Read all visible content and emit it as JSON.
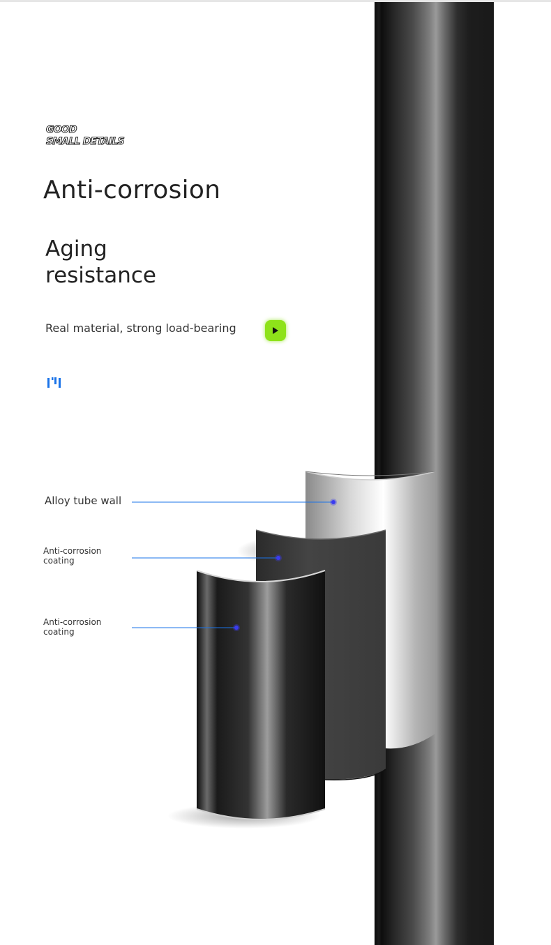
{
  "tagline": {
    "line1": "GOOD",
    "line2": "SMALL DETAILS"
  },
  "title": "Anti-corrosion",
  "subtitle": {
    "line1": "Aging",
    "line2": "resistance"
  },
  "description": "Real material, strong load-bearing",
  "play_button": {
    "icon": "play-icon",
    "color": "#8ee21a"
  },
  "brand_mark": {
    "icon": "brand-logo-icon",
    "color": "#1a73e8"
  },
  "callouts": [
    {
      "label": "Alloy tube wall"
    },
    {
      "label": "Anti-corrosion coating"
    },
    {
      "label": "Anti-corrosion coating"
    }
  ],
  "colors": {
    "pointer_line": "#1a73e8",
    "pointer_dot": "#3b3bf0"
  }
}
